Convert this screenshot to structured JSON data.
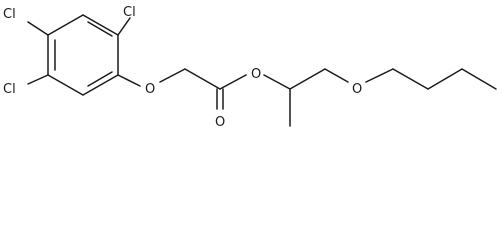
{
  "molecule": {
    "atoms": {
      "cl_top_left": "Cl",
      "cl_top_right": "Cl",
      "cl_bottom_left": "Cl",
      "o_ether_aryl": "O",
      "o_carbonyl": "O",
      "o_ester": "O",
      "o_ether_butyl": "O"
    }
  }
}
